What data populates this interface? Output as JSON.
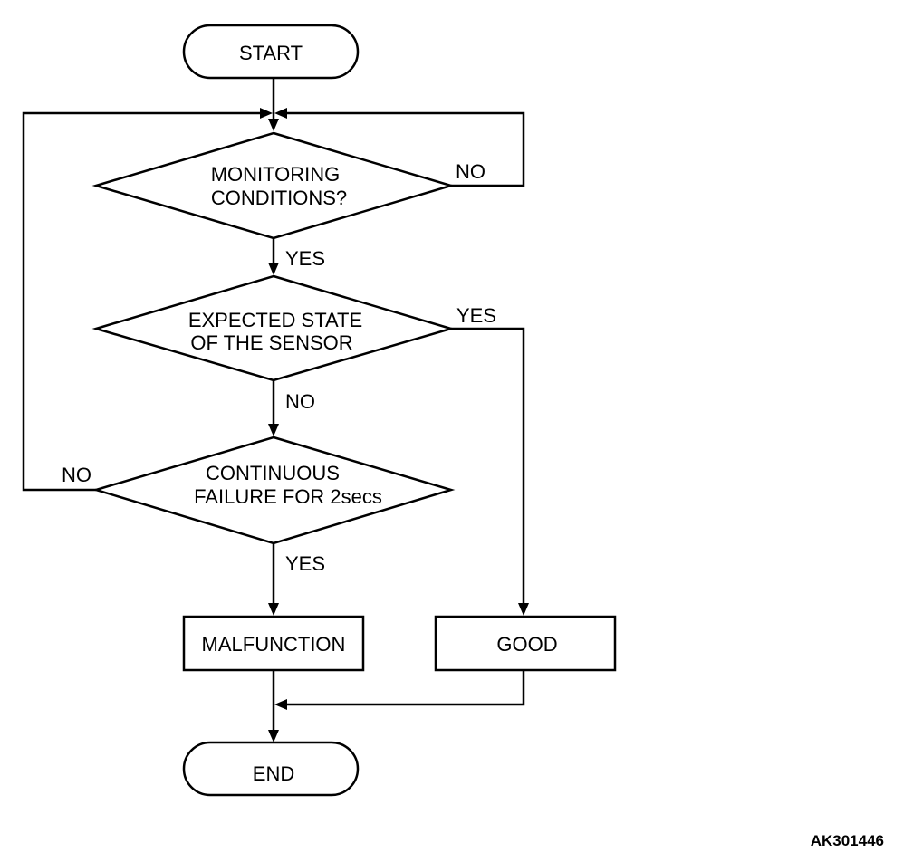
{
  "nodes": {
    "start": "START",
    "monitoring_line1": "MONITORING",
    "monitoring_line2": "CONDITIONS?",
    "expected_line1": "EXPECTED STATE",
    "expected_line2": "OF THE SENSOR",
    "continuous_line1": "CONTINUOUS",
    "continuous_line2": "FAILURE FOR 2secs",
    "malfunction": "MALFUNCTION",
    "good": "GOOD",
    "end": "END"
  },
  "edges": {
    "monitoring_no": "NO",
    "monitoring_yes": "YES",
    "expected_yes": "YES",
    "expected_no": "NO",
    "continuous_no": "NO",
    "continuous_yes": "YES"
  },
  "reference_code": "AK301446"
}
